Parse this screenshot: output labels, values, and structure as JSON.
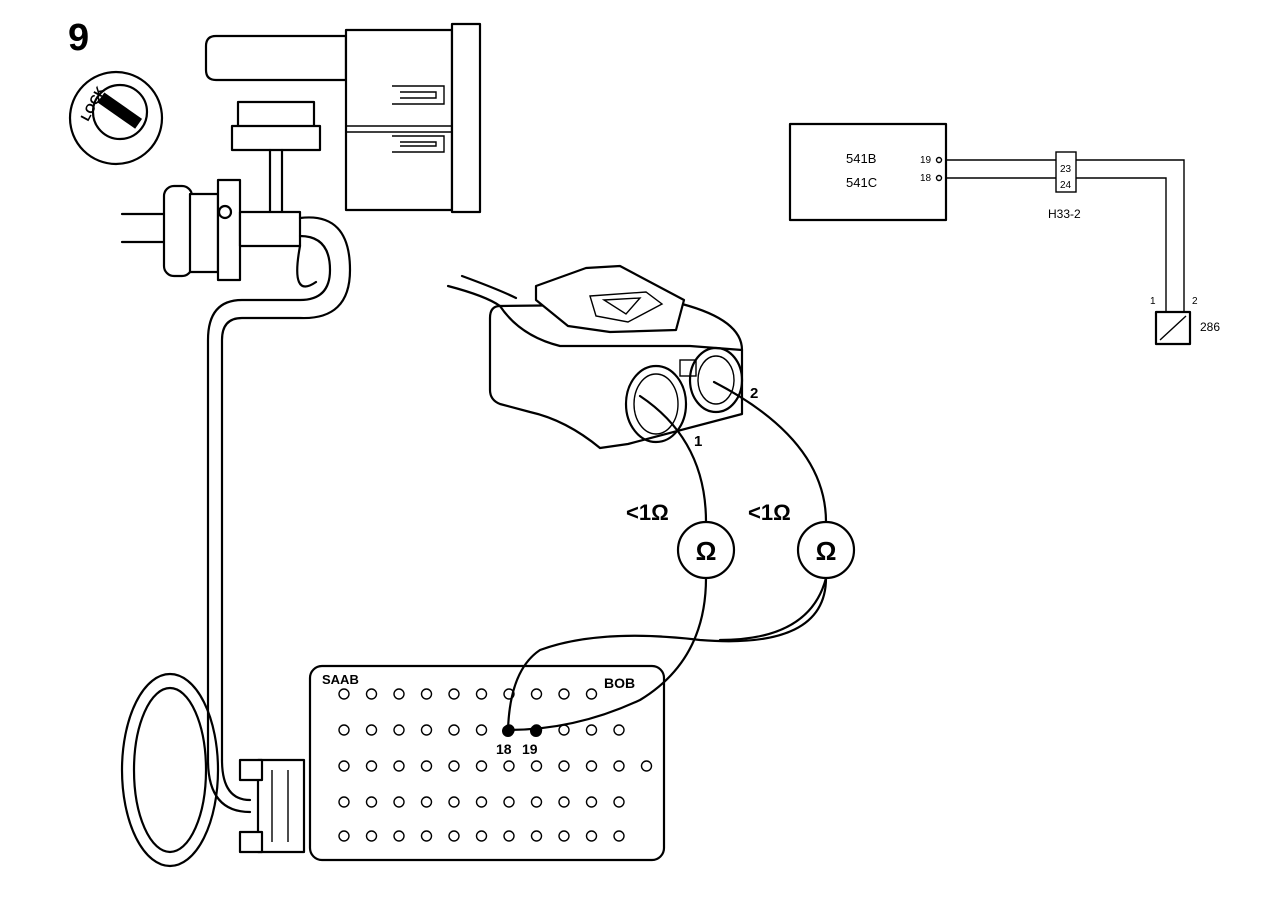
{
  "step": {
    "number": "9"
  },
  "ignition": {
    "label": "LOCK"
  },
  "connector": {
    "pin_1": "1",
    "pin_2": "2"
  },
  "meters": {
    "left": {
      "reading": "<1Ω",
      "symbol": "Ω"
    },
    "right": {
      "reading": "<1Ω",
      "symbol": "Ω"
    }
  },
  "bob": {
    "brand": "SAAB",
    "name": "BOB",
    "pin_a": "18",
    "pin_b": "19"
  },
  "schematic": {
    "unit_line_1": "541B",
    "unit_line_2": "541C",
    "pin_top": "19",
    "pin_bottom": "18",
    "jconn_pin_top": "23",
    "jconn_pin_bottom": "24",
    "jconn_name": "H33-2",
    "comp_pin_1": "1",
    "comp_pin_2": "2",
    "comp_name": "286"
  }
}
